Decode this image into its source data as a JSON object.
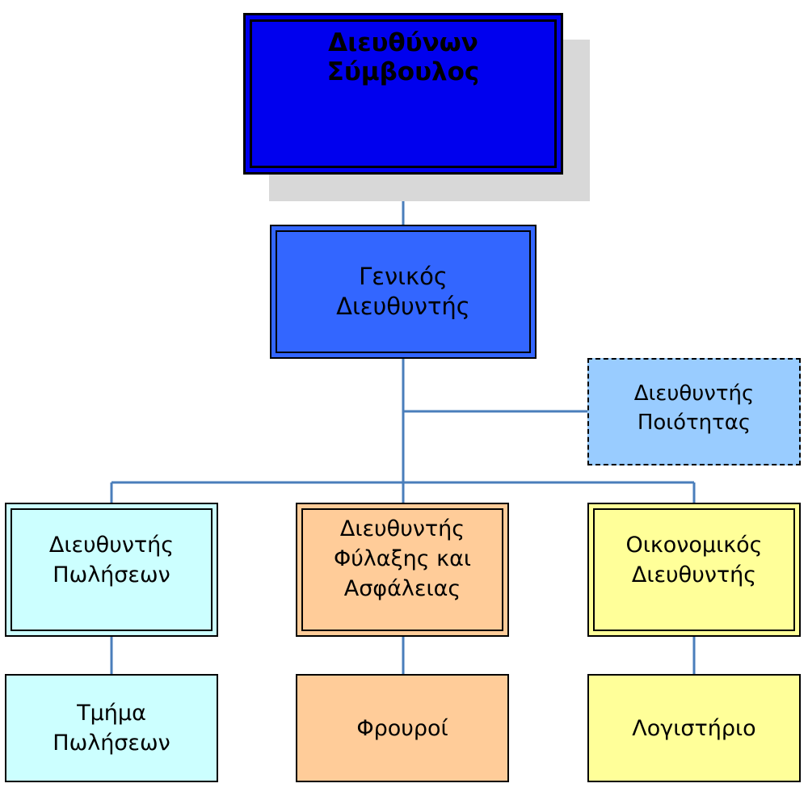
{
  "colors": {
    "ceo_fill": "#0000ee",
    "gm_fill": "#3366ff",
    "quality_fill": "#99ccff",
    "sales_fill": "#ccffff",
    "security_fill": "#ffcc99",
    "finance_fill": "#ffff99",
    "connector": "#4a7ebb",
    "shadow": "#d8d8d8"
  },
  "nodes": {
    "ceo": "Διευθύνων\nΣύμβουλος",
    "general_manager": "Γενικός\nΔιευθυντής",
    "quality_manager": "Διευθυντής\nΠοιότητας",
    "sales_manager": "Διευθυντής\nΠωλήσεων",
    "security_manager": "Διευθυντής\nΦύλαξης και\nΑσφάλειας",
    "finance_manager": "Οικονομικός\nΔιευθυντής",
    "sales_department": "Τμήμα\nΠωλήσεων",
    "guards": "Φρουροί",
    "accounting": "Λογιστήριο"
  }
}
